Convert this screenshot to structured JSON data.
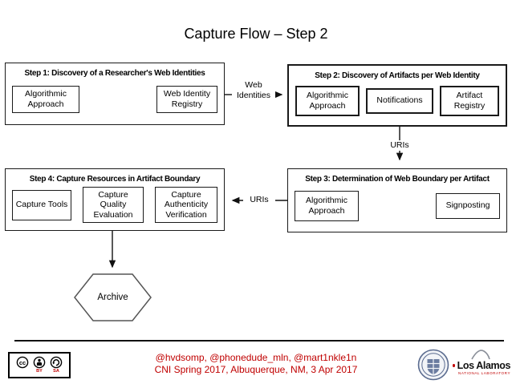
{
  "title": "Capture Flow – Step 2",
  "diagram": {
    "steps": [
      {
        "title": "Step 1: Discovery of a Researcher's Web Identities",
        "boxes": [
          "Algorithmic Approach",
          "Web Identity Registry"
        ]
      },
      {
        "title": "Step 2: Discovery of Artifacts per Web Identity",
        "boxes": [
          "Algorithmic Approach",
          "Notifications",
          "Artifact Registry"
        ],
        "highlighted": true
      },
      {
        "title": "Step 3: Determination of Web Boundary per Artifact",
        "boxes": [
          "Algorithmic Approach",
          "Signposting"
        ]
      },
      {
        "title": "Step 4: Capture Resources in Artifact Boundary",
        "boxes": [
          "Capture Tools",
          "Capture Quality Evaluation",
          "Capture Authenticity Verification"
        ]
      }
    ],
    "connector_labels": {
      "step1_to_step2": "Web Identities",
      "step2_to_step3": "URIs",
      "step3_to_step4": "URIs"
    },
    "terminal": {
      "label": "Archive"
    }
  },
  "footer": {
    "attribution_line1": "@hvdsomp, @phonedude_mln, @mart1nkle1n",
    "attribution_line2": "CNI Spring 2017, Albuquerque, NM, 3 Apr 2017",
    "license": {
      "cc_label": "cc",
      "by_label": "BY",
      "sa_label": "SA"
    },
    "logos": {
      "los_alamos_name": "Los Alamos",
      "los_alamos_subtitle": "NATIONAL LABORATORY"
    }
  },
  "colors": {
    "accent_red": "#c00000",
    "border_black": "#1a1a1a",
    "seal_blue": "#5a6b8f",
    "hexagon_gray": "#555555"
  }
}
